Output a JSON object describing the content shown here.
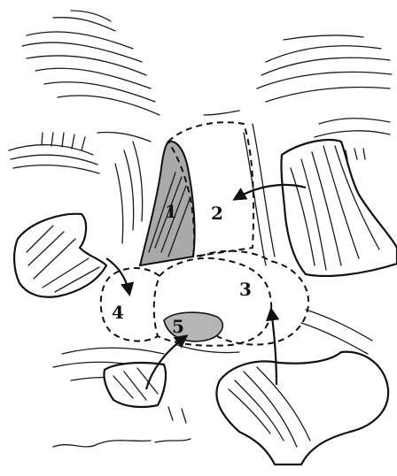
{
  "figure": {
    "region_labels": [
      {
        "key": "r1",
        "text": "1"
      },
      {
        "key": "r2",
        "text": "2"
      },
      {
        "key": "r3",
        "text": "3"
      },
      {
        "key": "r4",
        "text": "4"
      },
      {
        "key": "r5",
        "text": "5"
      }
    ],
    "colors": {
      "ink": "#111111",
      "defect_fill": "#a9a9a9",
      "background": "#ffffff"
    }
  }
}
